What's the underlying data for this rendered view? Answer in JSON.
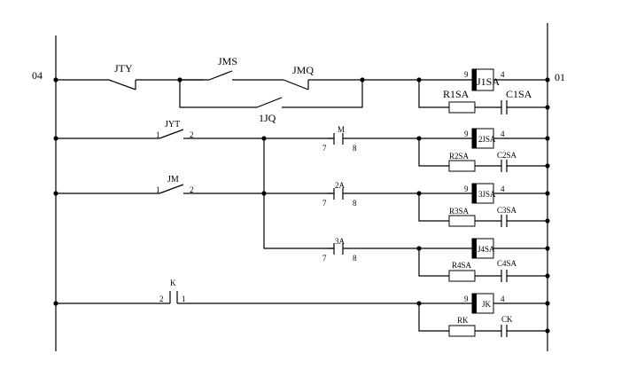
{
  "rails": {
    "left_label": "04",
    "right_label": "01"
  },
  "row1": {
    "contact_jty": "JTY",
    "contact_jms": "JMS",
    "contact_jmq": "JMQ",
    "contact_1jq": "1JQ",
    "relay": "J1SA",
    "relay_pin_left": "9",
    "relay_pin_right": "4",
    "resistor": "R1SA",
    "capacitor": "C1SA"
  },
  "row2": {
    "contact": "JYT",
    "contact_pin_left": "1",
    "contact_pin_right": "2",
    "nc_contact": "M",
    "nc_pin_left": "7",
    "nc_pin_right": "8",
    "relay": "2JSA",
    "relay_pin_left": "9",
    "relay_pin_right": "4",
    "resistor": "R2SA",
    "capacitor": "C2SA"
  },
  "row3": {
    "contact": "JM",
    "contact_pin_left": "1",
    "contact_pin_right": "2",
    "nc_contact": "2A",
    "nc_pin_left": "7",
    "nc_pin_right": "8",
    "relay": "3JSA",
    "relay_pin_left": "9",
    "relay_pin_right": "4",
    "resistor": "R3SA",
    "capacitor": "C3SA"
  },
  "row4": {
    "nc_contact": "3A",
    "nc_pin_left": "7",
    "nc_pin_right": "8",
    "relay": "J4SA",
    "resistor": "R4SA",
    "capacitor": "C4SA"
  },
  "row5": {
    "contact": "K",
    "contact_pin_left": "2",
    "contact_pin_right": "1",
    "relay": "JK",
    "relay_pin_left": "9",
    "relay_pin_right": "4",
    "resistor": "RK",
    "capacitor": "CK"
  }
}
